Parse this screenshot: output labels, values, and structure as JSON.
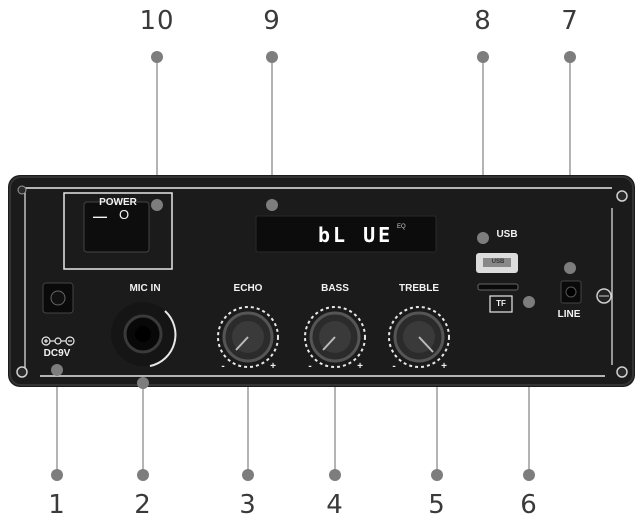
{
  "callout_numbers_top": [
    "10",
    "9",
    "8",
    "7"
  ],
  "callout_numbers_bottom": [
    "1",
    "2",
    "3",
    "4",
    "5",
    "6"
  ],
  "panel": {
    "power_label": "POWER",
    "switch_off_symbol": "—",
    "switch_on_symbol": "O",
    "display_text": "bL UE",
    "display_indicator": "EQ",
    "usb_label": "USB",
    "usb_port_text": "USB",
    "tf_label": "TF",
    "line_label": "LINE",
    "mic_label": "MIC IN",
    "dc_label": "DC9V",
    "knobs": [
      {
        "label": "ECHO",
        "minus": "-",
        "plus": "+"
      },
      {
        "label": "BASS",
        "minus": "-",
        "plus": "+"
      },
      {
        "label": "TREBLE",
        "minus": "-",
        "plus": "+"
      }
    ]
  },
  "colors": {
    "panel": "#1b1b1b",
    "trim": "#e8e8e8",
    "callout_dot": "#7d7d7d",
    "callout_line": "#9a9a9a",
    "display_bg": "#0c0c0c"
  }
}
